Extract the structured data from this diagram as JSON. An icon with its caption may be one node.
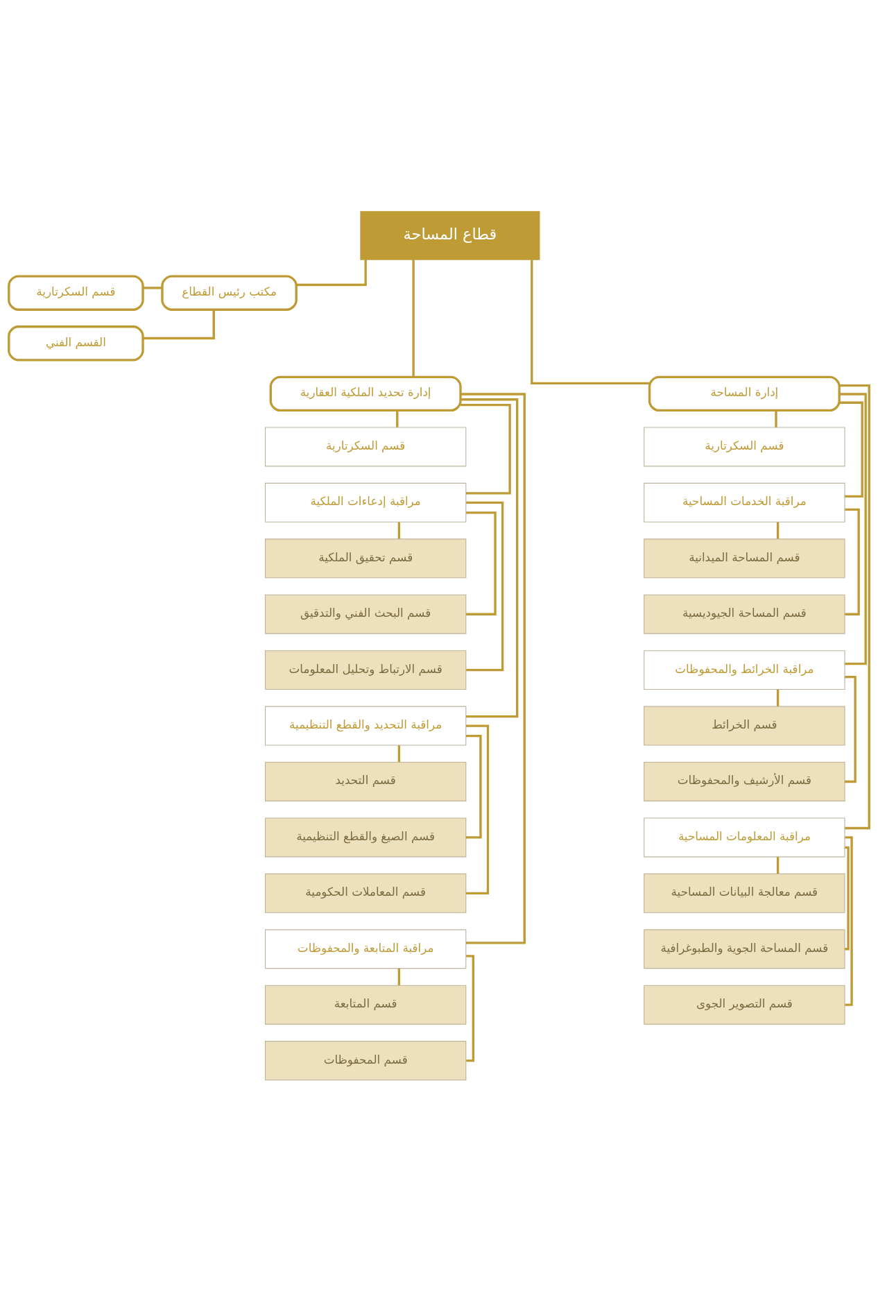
{
  "diagram": {
    "nodes": [
      {
        "text": [
          "قطاع المساحة"
        ]
      },
      {
        "text": [
          "مكتب رئيس القطاع"
        ]
      },
      {
        "text": [
          "قسم السكرتارية"
        ]
      },
      {
        "text": [
          "القسم الفني"
        ]
      },
      {
        "text": [
          "إدارة المساحة"
        ]
      },
      {
        "text": [
          "قسم السكرتارية"
        ]
      },
      {
        "text": [
          "مراقبة الخدمات المساحية"
        ]
      },
      {
        "text": [
          "قسم المساحة الميدانية"
        ]
      },
      {
        "text": [
          "قسم المساحة الجيوديسية"
        ]
      },
      {
        "text": [
          "مراقبة الخرائط والمحفوظات"
        ]
      },
      {
        "text": [
          "قسم الخرائط"
        ]
      },
      {
        "text": [
          "قسم الأرشيف والمحفوظات"
        ]
      },
      {
        "text": [
          "مراقبة المعلومات المساحية"
        ]
      },
      {
        "text": [
          "قسم معالجة البيانات المساحية"
        ]
      },
      {
        "text": [
          "قسم المساحة الجوية والطبوغرافية"
        ]
      },
      {
        "text": [
          "قسم التصوير الجوى"
        ]
      },
      {
        "text": [
          "إدارة تحديد الملكية العقارية"
        ]
      },
      {
        "text": [
          "قسم السكرتارية"
        ]
      },
      {
        "text": [
          "مراقبة إدعاءات الملكية"
        ]
      },
      {
        "text": [
          "قسم تحقيق الملكية"
        ]
      },
      {
        "text": [
          "قسم البحث الفني والتدقيق"
        ]
      },
      {
        "text": [
          "قسم الارتباط وتحليل المعلومات"
        ]
      },
      {
        "text": [
          "مراقبة التحديد والقطع التنظيمية"
        ]
      },
      {
        "text": [
          "قسم التحديد"
        ]
      },
      {
        "text": [
          "قسم الصيغ والقطع التنظيمية"
        ]
      },
      {
        "text": [
          "قسم المعاملات الحكومية"
        ]
      },
      {
        "text": [
          "مراقبة المتابعة والمحفوظات"
        ]
      },
      {
        "text": [
          "قسم المتابعة"
        ]
      },
      {
        "text": [
          "قسم المحفوظات"
        ]
      }
    ],
    "edges": [
      {
        "from": 0,
        "to": 1,
        "arrow": "none"
      },
      {
        "from": 1,
        "to": 2,
        "arrow": "none"
      },
      {
        "from": 1,
        "to": 3,
        "arrow": "none"
      },
      {
        "from": 0,
        "to": 16,
        "arrow": "none"
      },
      {
        "from": 0,
        "to": 4,
        "arrow": "none"
      },
      {
        "from": 4,
        "to": 5,
        "arrow": "none"
      },
      {
        "from": 4,
        "to": 6,
        "arrow": "none"
      },
      {
        "from": 6,
        "to": 7,
        "arrow": "none"
      },
      {
        "from": 6,
        "to": 8,
        "arrow": "none"
      },
      {
        "from": 4,
        "to": 9,
        "arrow": "none"
      },
      {
        "from": 9,
        "to": 10,
        "arrow": "none"
      },
      {
        "from": 9,
        "to": 11,
        "arrow": "none"
      },
      {
        "from": 4,
        "to": 12,
        "arrow": "none"
      },
      {
        "from": 12,
        "to": 13,
        "arrow": "none"
      },
      {
        "from": 12,
        "to": 14,
        "arrow": "none"
      },
      {
        "from": 12,
        "to": 15,
        "arrow": "none"
      },
      {
        "from": 16,
        "to": 17,
        "arrow": "none"
      },
      {
        "from": 16,
        "to": 18,
        "arrow": "none"
      },
      {
        "from": 18,
        "to": 19,
        "arrow": "none"
      },
      {
        "from": 18,
        "to": 20,
        "arrow": "none"
      },
      {
        "from": 18,
        "to": 21,
        "arrow": "none"
      },
      {
        "from": 16,
        "to": 22,
        "arrow": "none"
      },
      {
        "from": 22,
        "to": 23,
        "arrow": "none"
      },
      {
        "from": 22,
        "to": 24,
        "arrow": "none"
      },
      {
        "from": 22,
        "to": 25,
        "arrow": "none"
      },
      {
        "from": 16,
        "to": 26,
        "arrow": "none"
      },
      {
        "from": 26,
        "to": 27,
        "arrow": "none"
      },
      {
        "from": 26,
        "to": 28,
        "arrow": "none"
      }
    ]
  }
}
